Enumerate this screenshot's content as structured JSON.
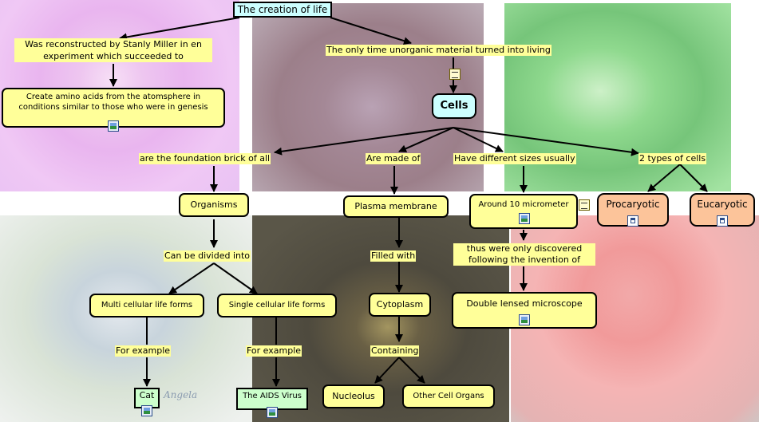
{
  "concepts": {
    "root": "The creation of life",
    "amino": "Create amino acids from the atomsphere in conditions similar to those who were in genesis",
    "cells": "Cells",
    "organisms": "Organisms",
    "plasma": "Plasma membrane",
    "around": "Around 10 micrometer",
    "procaryotic": "Procaryotic",
    "eucaryotic": "Eucaryotic",
    "multi": "Multi cellular life forms",
    "single": "Single cellular life forms",
    "cytoplasm": "Cytoplasm",
    "microscope": "Double lensed microscope",
    "nucleolus": "Nucleolus",
    "organs": "Other Cell Organs",
    "cat": "Cat",
    "aids": "The AIDS Virus"
  },
  "links": {
    "miller": "Was reconstructed by Stanly Miller in en experiment which succeeded to",
    "unorganic": "The only time unorganic material turned into living",
    "foundation": "are the foundation brick of all",
    "madeof": "Are made of",
    "sizes": "Have different sizes usually",
    "types": "2 types of cells",
    "divided": "Can be divided into",
    "filled": "Filled with",
    "discovered": "thus were only discovered following the invention of",
    "example1": "For example",
    "example2": "For example",
    "containing": "Containing"
  },
  "background_watermark": "Angela"
}
